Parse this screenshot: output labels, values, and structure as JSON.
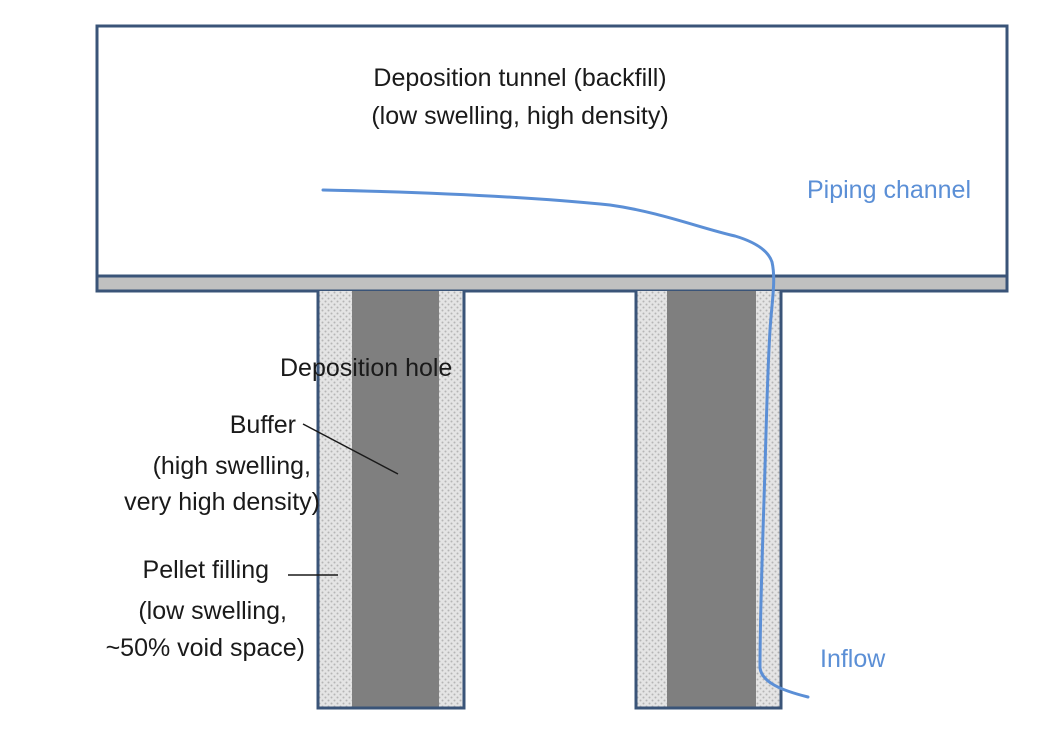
{
  "tunnel": {
    "line1": "Deposition tunnel (backfill)",
    "line2": "(low swelling, high density)"
  },
  "piping_channel": "Piping channel",
  "deposition_hole": "Deposition hole",
  "buffer": {
    "line1": "Buffer",
    "line2": "(high swelling,",
    "line3": "very high density)"
  },
  "pellet": {
    "line1": "Pellet filling",
    "line2": "(low swelling,",
    "line3": "~50% void space)"
  },
  "inflow": "Inflow",
  "colors": {
    "outline": "#3a5478",
    "buffer": "#7f7f7f",
    "pellet": "#d9d9d9",
    "floor_strip": "#c0c0c0",
    "flow_line": "#5b8fd6",
    "text": "#1a1a1a"
  }
}
